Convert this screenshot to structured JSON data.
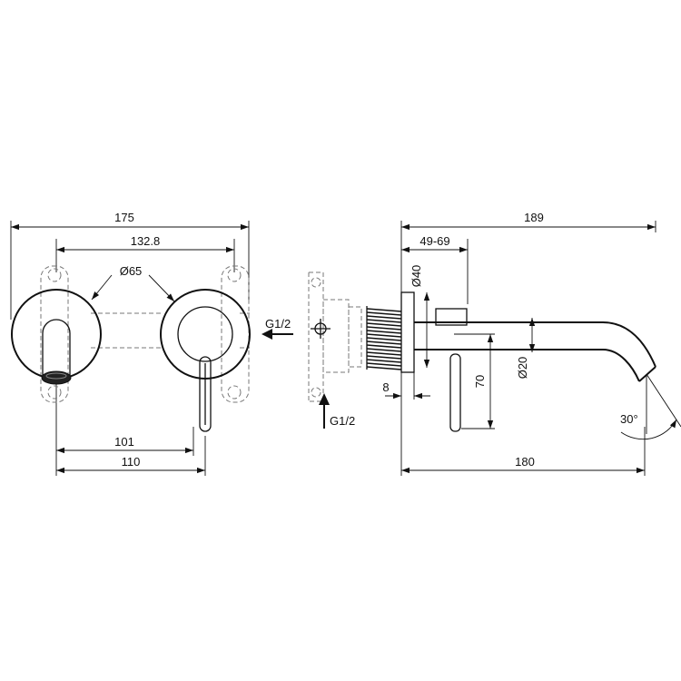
{
  "dimensions": {
    "front_width": "175",
    "bracket_width": "132.8",
    "rosette_diameter": "Ø65",
    "handle_offset": "101",
    "handle_spacing": "110",
    "inlet_side": "G1/2",
    "inlet_bottom": "G1/2",
    "flange_diameter": "Ø40",
    "wall_depth": "49-69",
    "total_depth": "189",
    "plate_offset": "8",
    "spout_diameter": "Ø20",
    "spout_height": "70",
    "spout_projection": "180",
    "spout_angle": "30°"
  }
}
